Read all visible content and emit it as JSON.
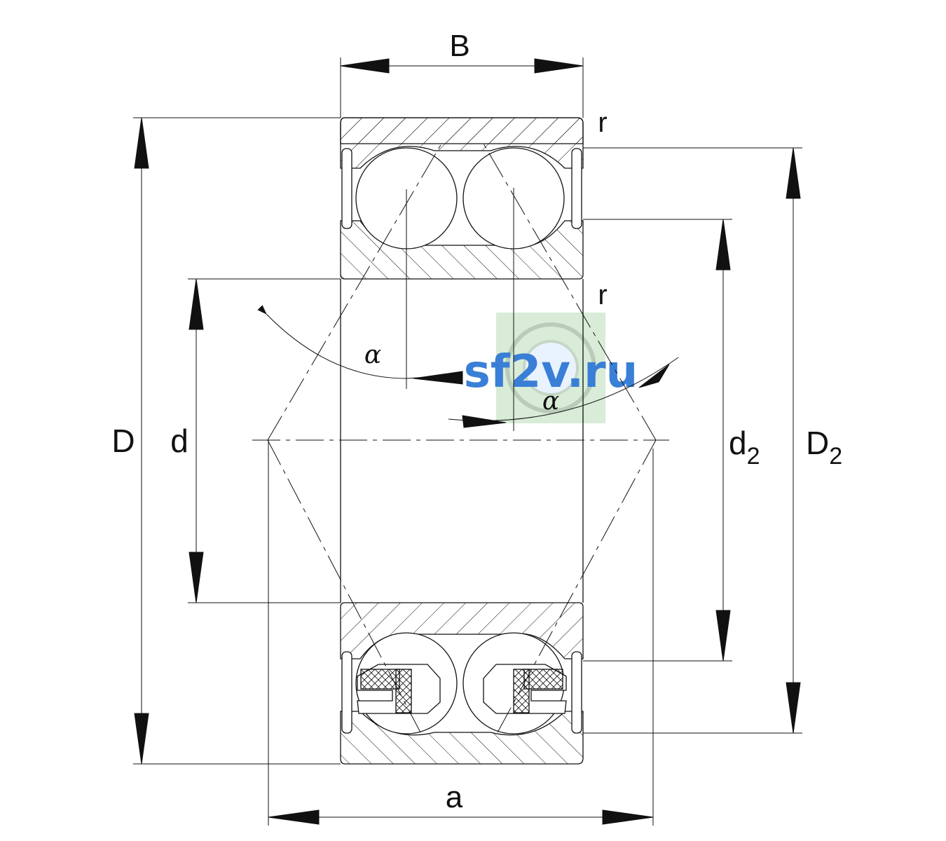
{
  "labels": {
    "B": "B",
    "D": "D",
    "d": "d",
    "d2_main": "d",
    "d2_sub": "2",
    "D2_main": "D",
    "D2_sub": "2",
    "a": "a",
    "r_top": "r",
    "r_mid": "r",
    "alpha_left": "α",
    "alpha_right": "α"
  },
  "watermark": {
    "text": "sf2v.ru",
    "text_color": "#3a7fd6",
    "panel_color": "#d8ecd8"
  },
  "colors": {
    "line": "#111111"
  }
}
